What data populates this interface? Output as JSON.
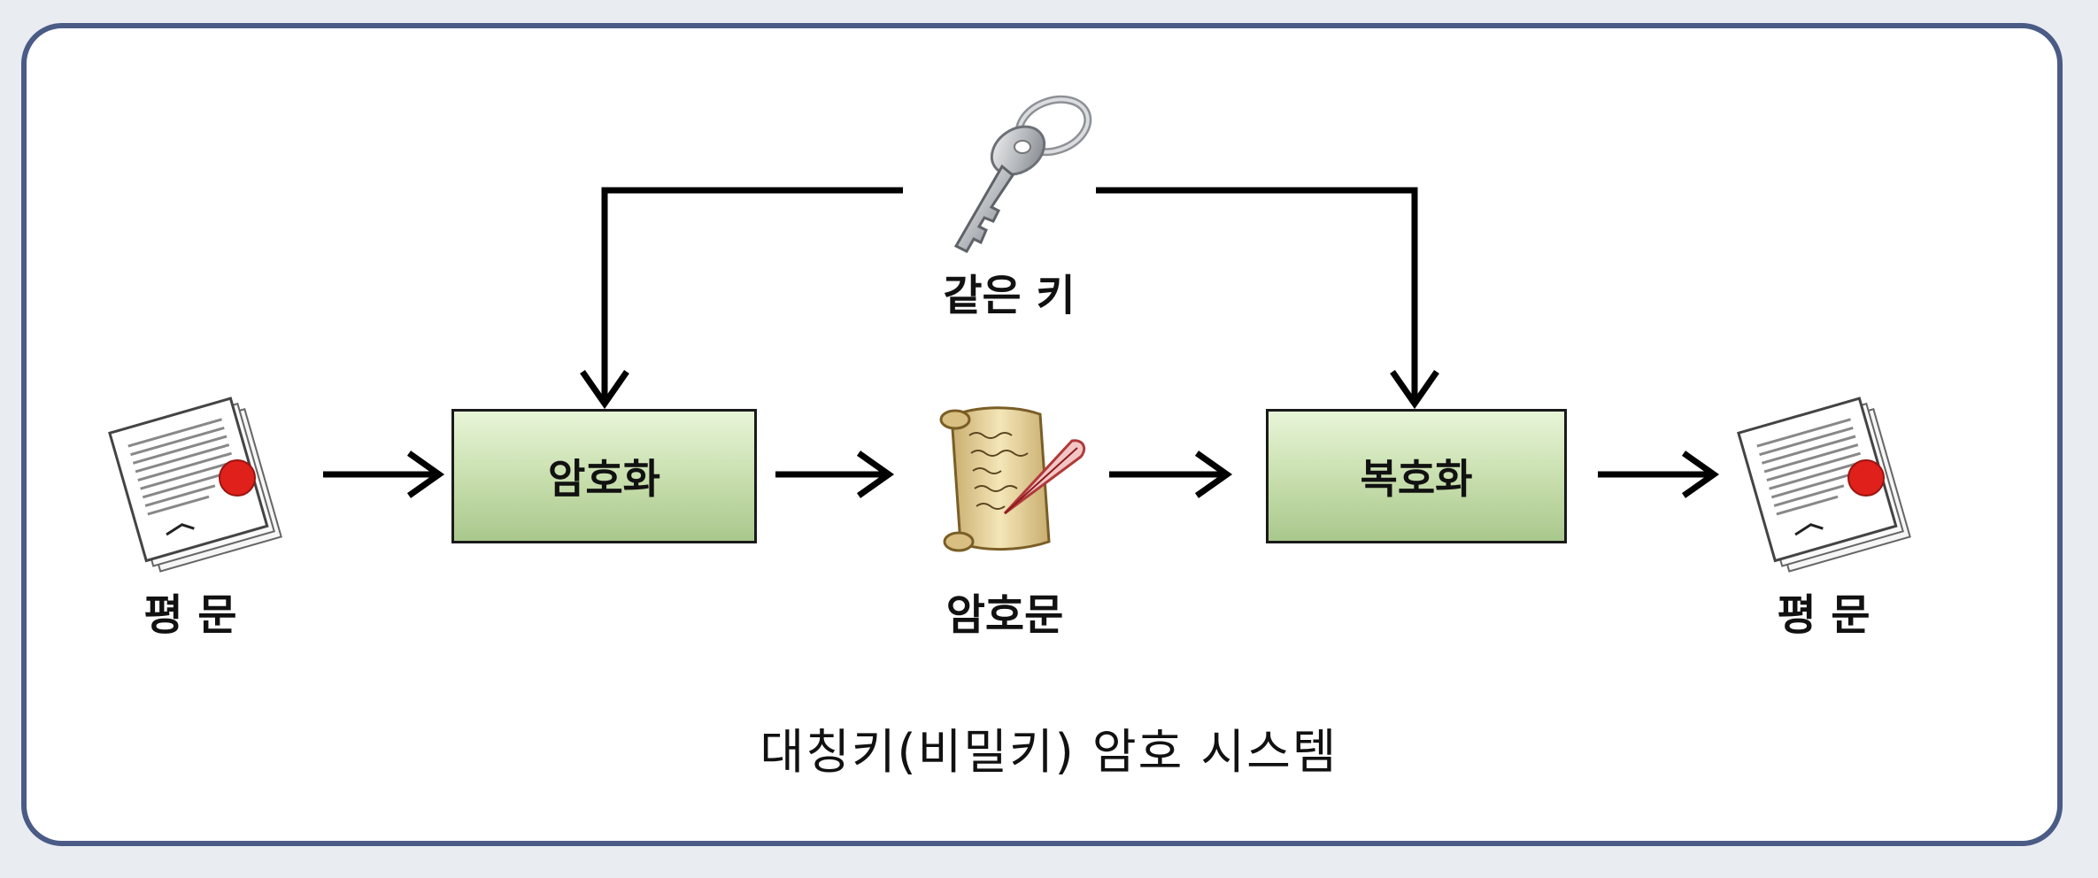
{
  "diagram": {
    "key_label": "같은 키",
    "encrypt_label": "암호화",
    "decrypt_label": "복호화",
    "plaintext_in_label": "평 문",
    "ciphertext_label": "암호문",
    "plaintext_out_label": "평 문",
    "caption": "대칭키(비밀키) 암호 시스템"
  },
  "icons": {
    "key": "key-icon",
    "document_in": "document-icon",
    "scroll": "scroll-icon",
    "document_out": "document-icon",
    "seal_color": "#e0201a"
  },
  "colors": {
    "frame_border": "#4a5b86",
    "box_fill": "#c6ddab",
    "arrow": "#000000"
  }
}
